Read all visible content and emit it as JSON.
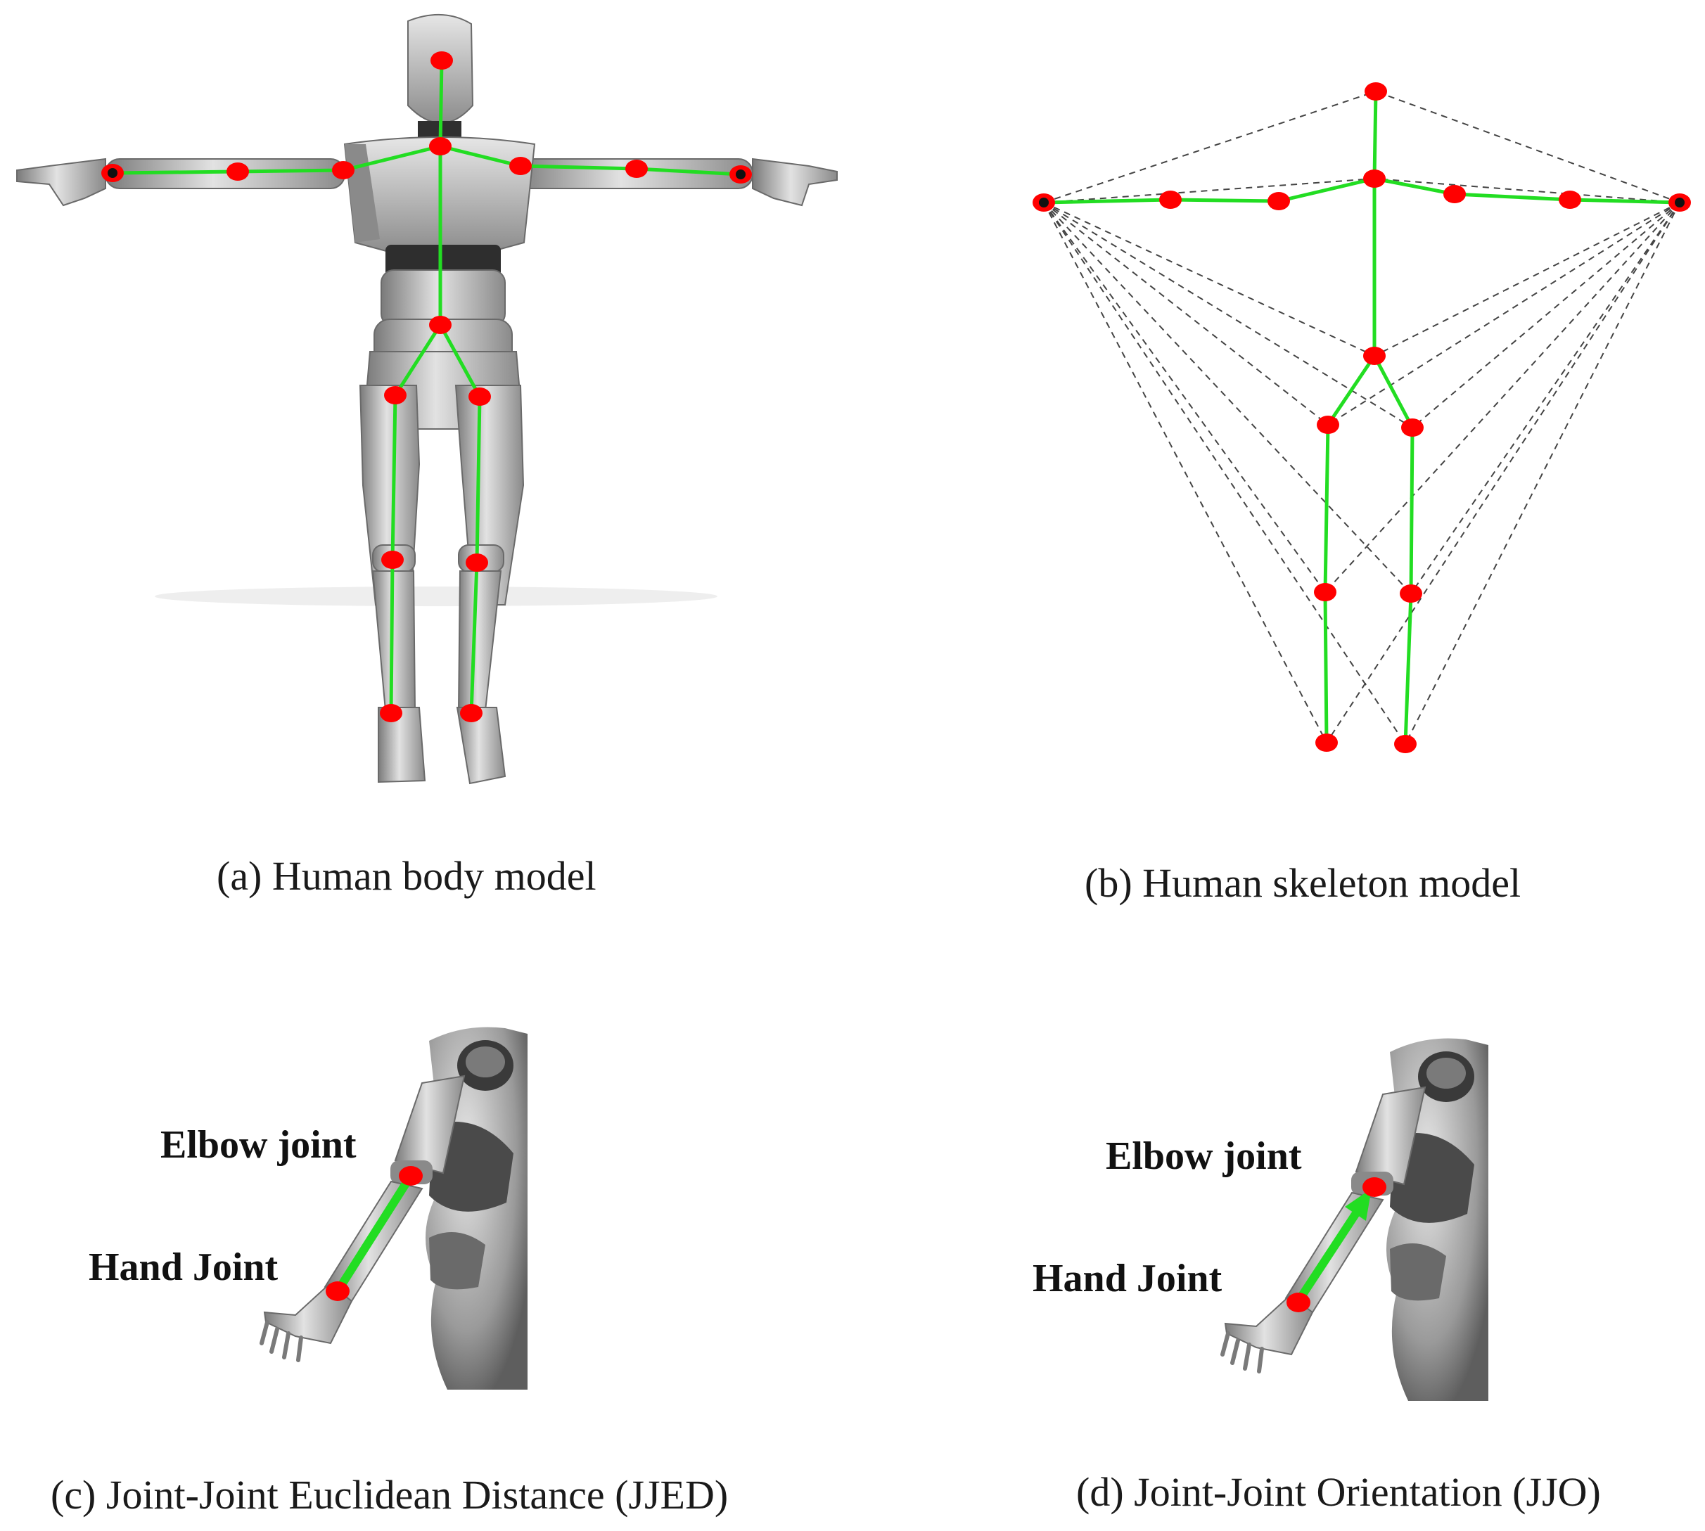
{
  "colors": {
    "bone": "#22dd22",
    "joint": "#ff0000",
    "end_joint_core": "#111111",
    "dash": "#444444",
    "mannequin_light": "#d4d4d4",
    "mannequin_mid": "#a8a8a8",
    "mannequin_dark": "#5a5a5a",
    "caption_text": "#1a1a1a"
  },
  "panels": {
    "a": {
      "caption": "(a) Human body model"
    },
    "b": {
      "caption": "(b) Human skeleton model"
    },
    "c": {
      "caption": "(c) Joint-Joint Euclidean Distance (JJED)",
      "elbow_label": "Elbow joint",
      "hand_label": "Hand Joint"
    },
    "d": {
      "caption": "(d) Joint-Joint Orientation (JJO)",
      "elbow_label": "Elbow joint",
      "hand_label": "Hand Joint"
    }
  },
  "skeleton": {
    "joints": [
      "head",
      "neck",
      "shoulder-left",
      "elbow-left",
      "hand-left",
      "shoulder-right",
      "elbow-right",
      "hand-right",
      "spine",
      "hip-left",
      "knee-left",
      "foot-left",
      "hip-right",
      "knee-right",
      "foot-right"
    ],
    "end_joints": [
      "hand-left",
      "hand-right"
    ]
  }
}
